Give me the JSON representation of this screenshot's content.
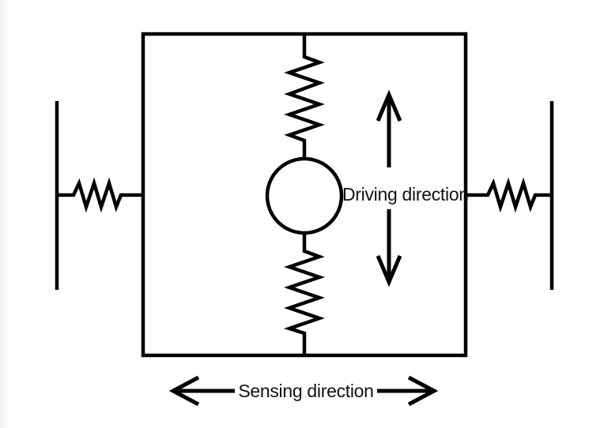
{
  "page": {
    "colors": {
      "background": "#ffffff",
      "line": "#000000",
      "text": "#111111"
    }
  },
  "diagram": {
    "labels": {
      "driving_direction": "Driving direction",
      "sensing_direction": "Sensing direction"
    },
    "components": [
      "outer-frame",
      "proof-mass-circle",
      "top-spring",
      "bottom-spring",
      "left-anchor-wall",
      "right-anchor-wall",
      "left-spring",
      "right-spring",
      "driving-direction-up-arrow",
      "driving-direction-down-arrow",
      "sensing-direction-left-arrow",
      "sensing-direction-right-arrow"
    ]
  }
}
